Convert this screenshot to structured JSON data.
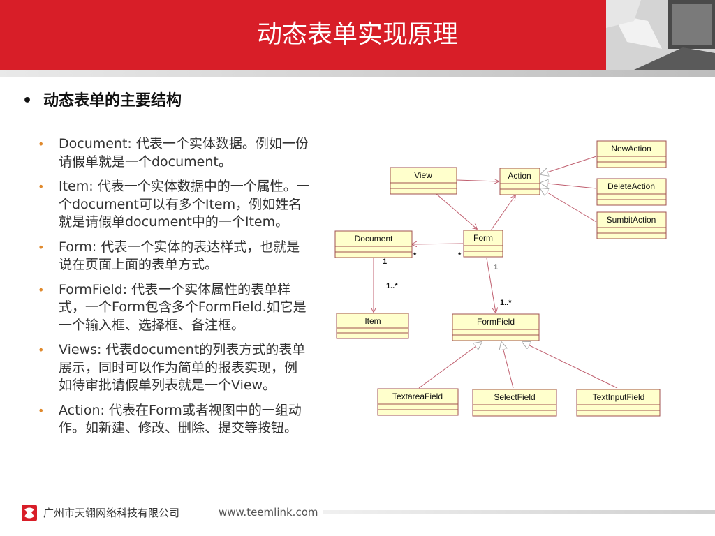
{
  "header": {
    "title": "动态表单实现原理"
  },
  "main_bullet": {
    "bullet": "•",
    "text": "动态表单的主要结构"
  },
  "items": [
    {
      "bullet": "•",
      "text": "Document: 代表一个实体数据。例如一份请假单就是一个document。"
    },
    {
      "bullet": "•",
      "text": "Item: 代表一个实体数据中的一个属性。一个document可以有多个Item，例如姓名就是请假单document中的一个Item。"
    },
    {
      "bullet": "•",
      "text": "Form: 代表一个实体的表达样式，也就是说在页面上面的表单方式。"
    },
    {
      "bullet": "•",
      "text": "FormField: 代表一个实体属性的表单样式，一个Form包含多个FormField.如它是一个输入框、选择框、备注框。"
    },
    {
      "bullet": "•",
      "text": "Views: 代表document的列表方式的表单展示，同时可以作为简单的报表实现，例如待审批请假单列表就是一个View。"
    },
    {
      "bullet": "•",
      "text": "Action: 代表在Form或者视图中的一组动作。如新建、修改、删除、提交等按钮。"
    }
  ],
  "diagram": {
    "classes": {
      "newaction": "NewAction",
      "deleteaction": "DeleteAction",
      "sumbitaction": "SumbitAction",
      "view": "View",
      "action": "Action",
      "document": "Document",
      "form": "Form",
      "item": "Item",
      "formfield": "FormField",
      "textareafield": "TextareaField",
      "selectfield": "SelectField",
      "textinputfield": "TextInputField"
    },
    "multiplicity": {
      "doc_form_star_left": "*",
      "doc_form_star_right": "*",
      "doc_item_one": "1",
      "doc_item_many": "1..*",
      "form_field_one": "1",
      "form_field_many": "1..*"
    },
    "colors": {
      "box_fill": "#ffffcc",
      "box_stroke": "#a05050",
      "line": "#c06070"
    }
  },
  "footer": {
    "company": "广州市天翎网络科技有限公司",
    "website": "www.teemlink.com"
  }
}
